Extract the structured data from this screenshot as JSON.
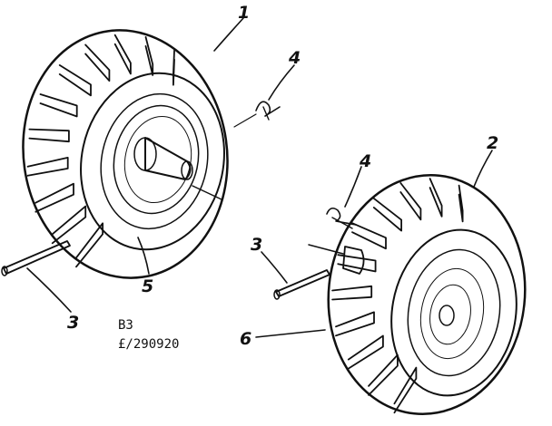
{
  "figure": {
    "reference_code": "B3",
    "part_number": "£/290920",
    "callouts": [
      {
        "id": "c1",
        "label": "1"
      },
      {
        "id": "c2",
        "label": "2"
      },
      {
        "id": "c3a",
        "label": "3"
      },
      {
        "id": "c3b",
        "label": "3"
      },
      {
        "id": "c4a",
        "label": "4"
      },
      {
        "id": "c4b",
        "label": "4"
      },
      {
        "id": "c5",
        "label": "5"
      },
      {
        "id": "c6",
        "label": "6"
      }
    ]
  }
}
